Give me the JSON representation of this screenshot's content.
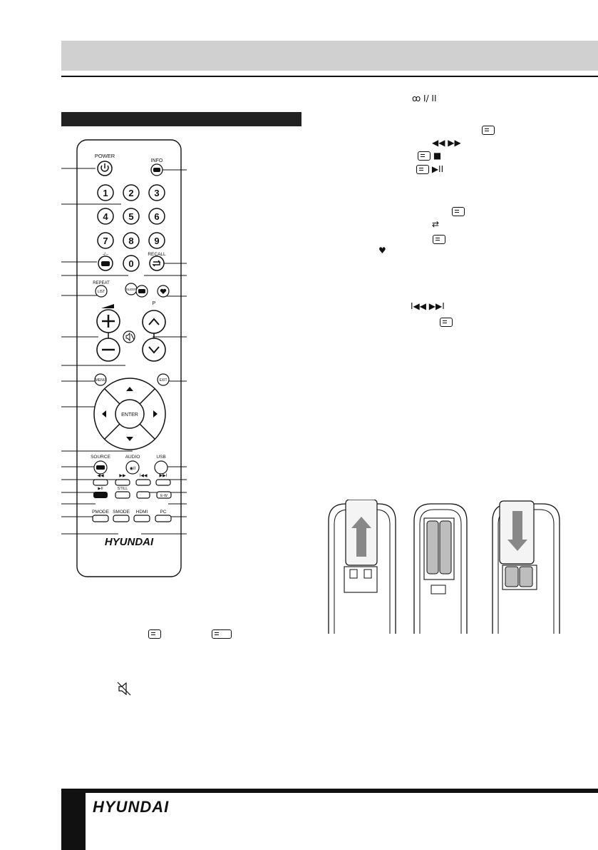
{
  "footer": {
    "brand": "HYUNDAI"
  },
  "remote": {
    "brand": "HYUNDAI",
    "top_labels": {
      "power": "POWER",
      "info": "INFO"
    },
    "digits": [
      "1",
      "2",
      "3",
      "4",
      "5",
      "6",
      "7",
      "8",
      "9",
      "0"
    ],
    "labels": {
      "recall": "RECALL",
      "repeat": "REPEAT",
      "list": "LIST",
      "sleep": "SLEEP",
      "p": "P",
      "menu": "MENU",
      "exit": "EXIT",
      "enter": "ENTER",
      "source": "SOURCE",
      "audio": "AUDIO",
      "usb": "USB",
      "still": "STILL",
      "ew": "E-W",
      "pmode": "PMODE",
      "smode": "SMODE",
      "hdmi": "HDMI",
      "pc": "PC"
    }
  },
  "icons": {
    "rewind_ff": "◀◀ ▶▶",
    "stop": "■",
    "play_pause": "▶II",
    "repeat": "⇄",
    "favorite": "♥",
    "prev_next": "I◀◀ ▶▶I",
    "mute": "🔇"
  }
}
